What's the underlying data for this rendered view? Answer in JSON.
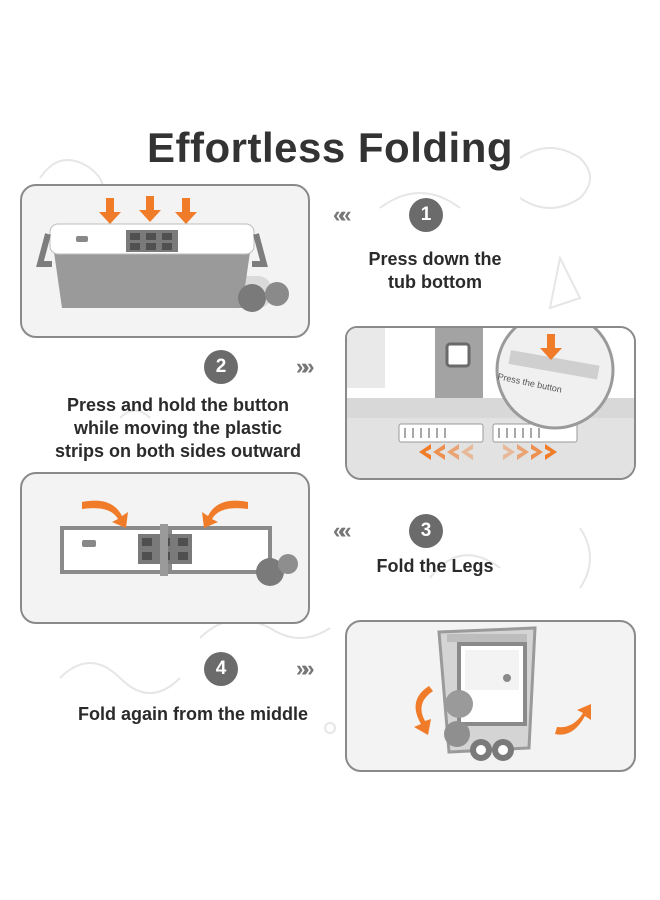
{
  "title": "Effortless Folding",
  "colors": {
    "accent": "#f07c2a",
    "badge": "#6b6b6b",
    "panel_border": "#8a8a8a",
    "tub_gray": "#8f8f8f",
    "text": "#2a2a2a"
  },
  "steps": [
    {
      "number": "1",
      "lines": [
        "Press down the",
        "tub bottom"
      ],
      "chevron": "«"
    },
    {
      "number": "2",
      "lines": [
        "Press and hold the button",
        "while moving the plastic",
        "strips on both sides outward"
      ],
      "chevron": "»"
    },
    {
      "number": "3",
      "lines": [
        "Fold the Legs"
      ],
      "chevron": "«"
    },
    {
      "number": "4",
      "lines": [
        "Fold again from the middle"
      ],
      "chevron": "»"
    }
  ],
  "inset_label": "Press the button",
  "icons": [
    "down-arrow-icon",
    "curved-arrow-icon",
    "double-chevron-icon"
  ]
}
